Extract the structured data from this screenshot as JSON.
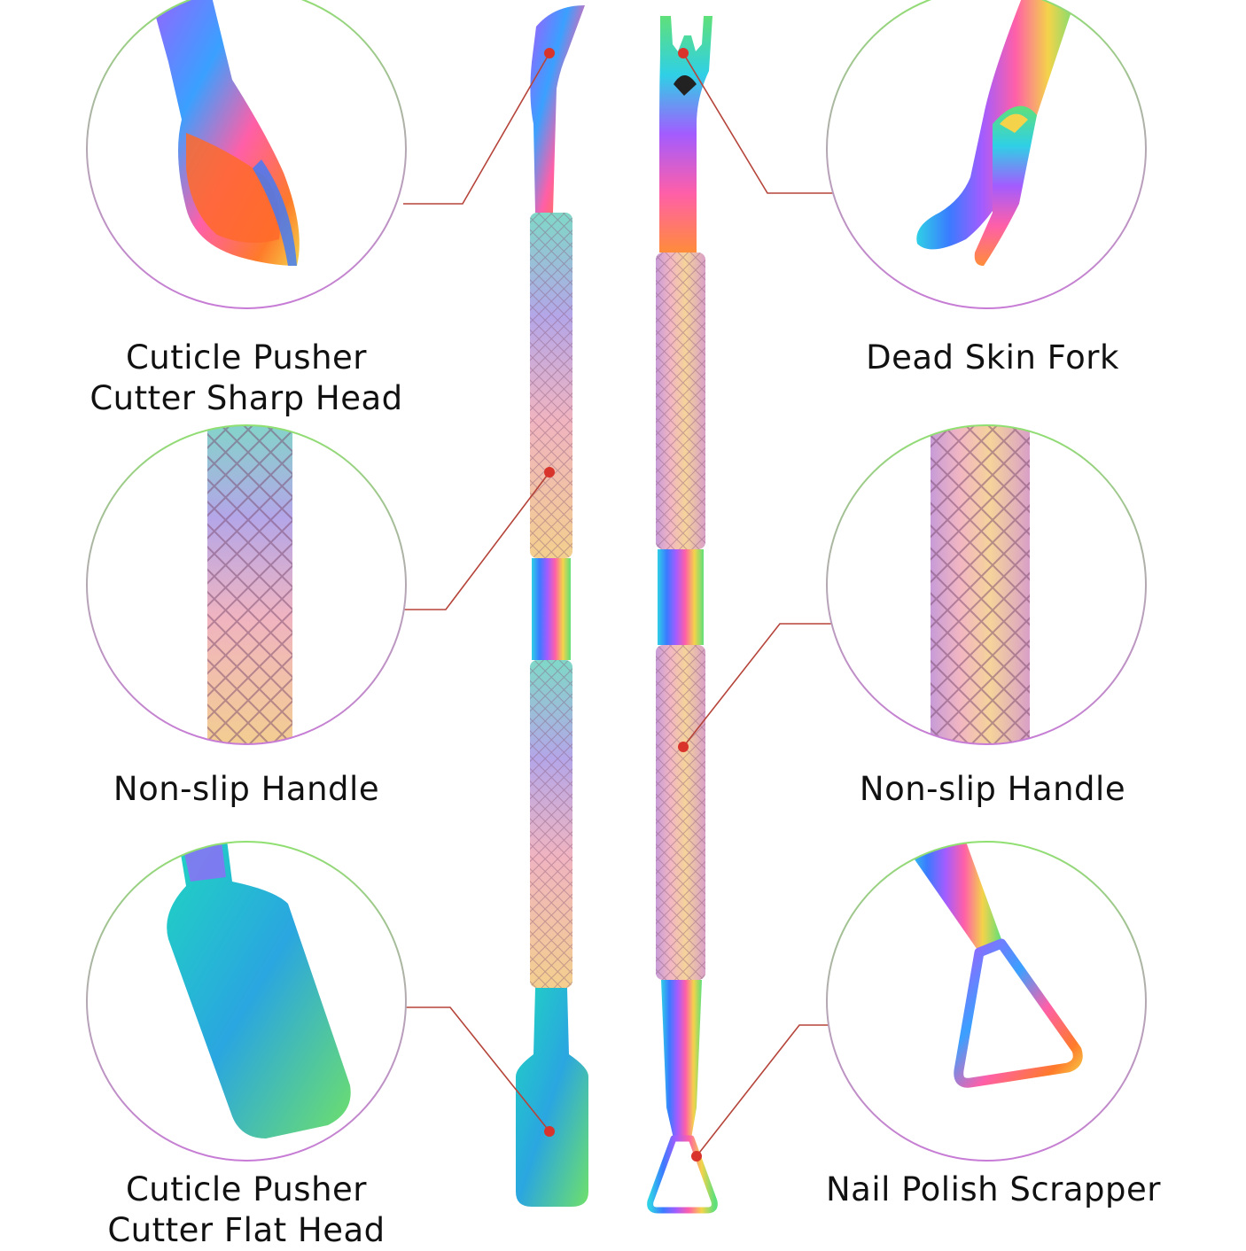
{
  "accent_colors": {
    "callout_line": "#b5443a",
    "callout_dot": "#d9342b",
    "circle_gradient_top": "#8fe070",
    "circle_gradient_bottom": "#c77bd6",
    "iridescent": [
      "#2fd0e6",
      "#3a7bff",
      "#a35cff",
      "#ff5fa8",
      "#ff8c3a",
      "#f4d34a",
      "#5fe07a"
    ]
  },
  "callouts": {
    "left_top": {
      "icon": "cuticle-pusher-sharp-head-closeup",
      "lines": [
        "Cuticle Pusher",
        "Cutter Sharp Head"
      ]
    },
    "left_middle": {
      "icon": "knurled-handle-closeup",
      "lines": [
        "Non-slip Handle"
      ]
    },
    "left_bottom": {
      "icon": "cuticle-pusher-flat-head-closeup",
      "lines": [
        "Cuticle Pusher",
        "Cutter Flat Head"
      ]
    },
    "right_top": {
      "icon": "dead-skin-fork-closeup",
      "lines": [
        "Dead Skin Fork"
      ]
    },
    "right_middle": {
      "icon": "knurled-handle-closeup",
      "lines": [
        "Non-slip Handle"
      ]
    },
    "right_bottom": {
      "icon": "nail-polish-scraper-closeup",
      "lines": [
        "Nail Polish Scrapper"
      ]
    }
  },
  "tools": {
    "left": {
      "icon": "cuticle-pusher-tool"
    },
    "right": {
      "icon": "dead-skin-fork-scraper-tool"
    }
  }
}
